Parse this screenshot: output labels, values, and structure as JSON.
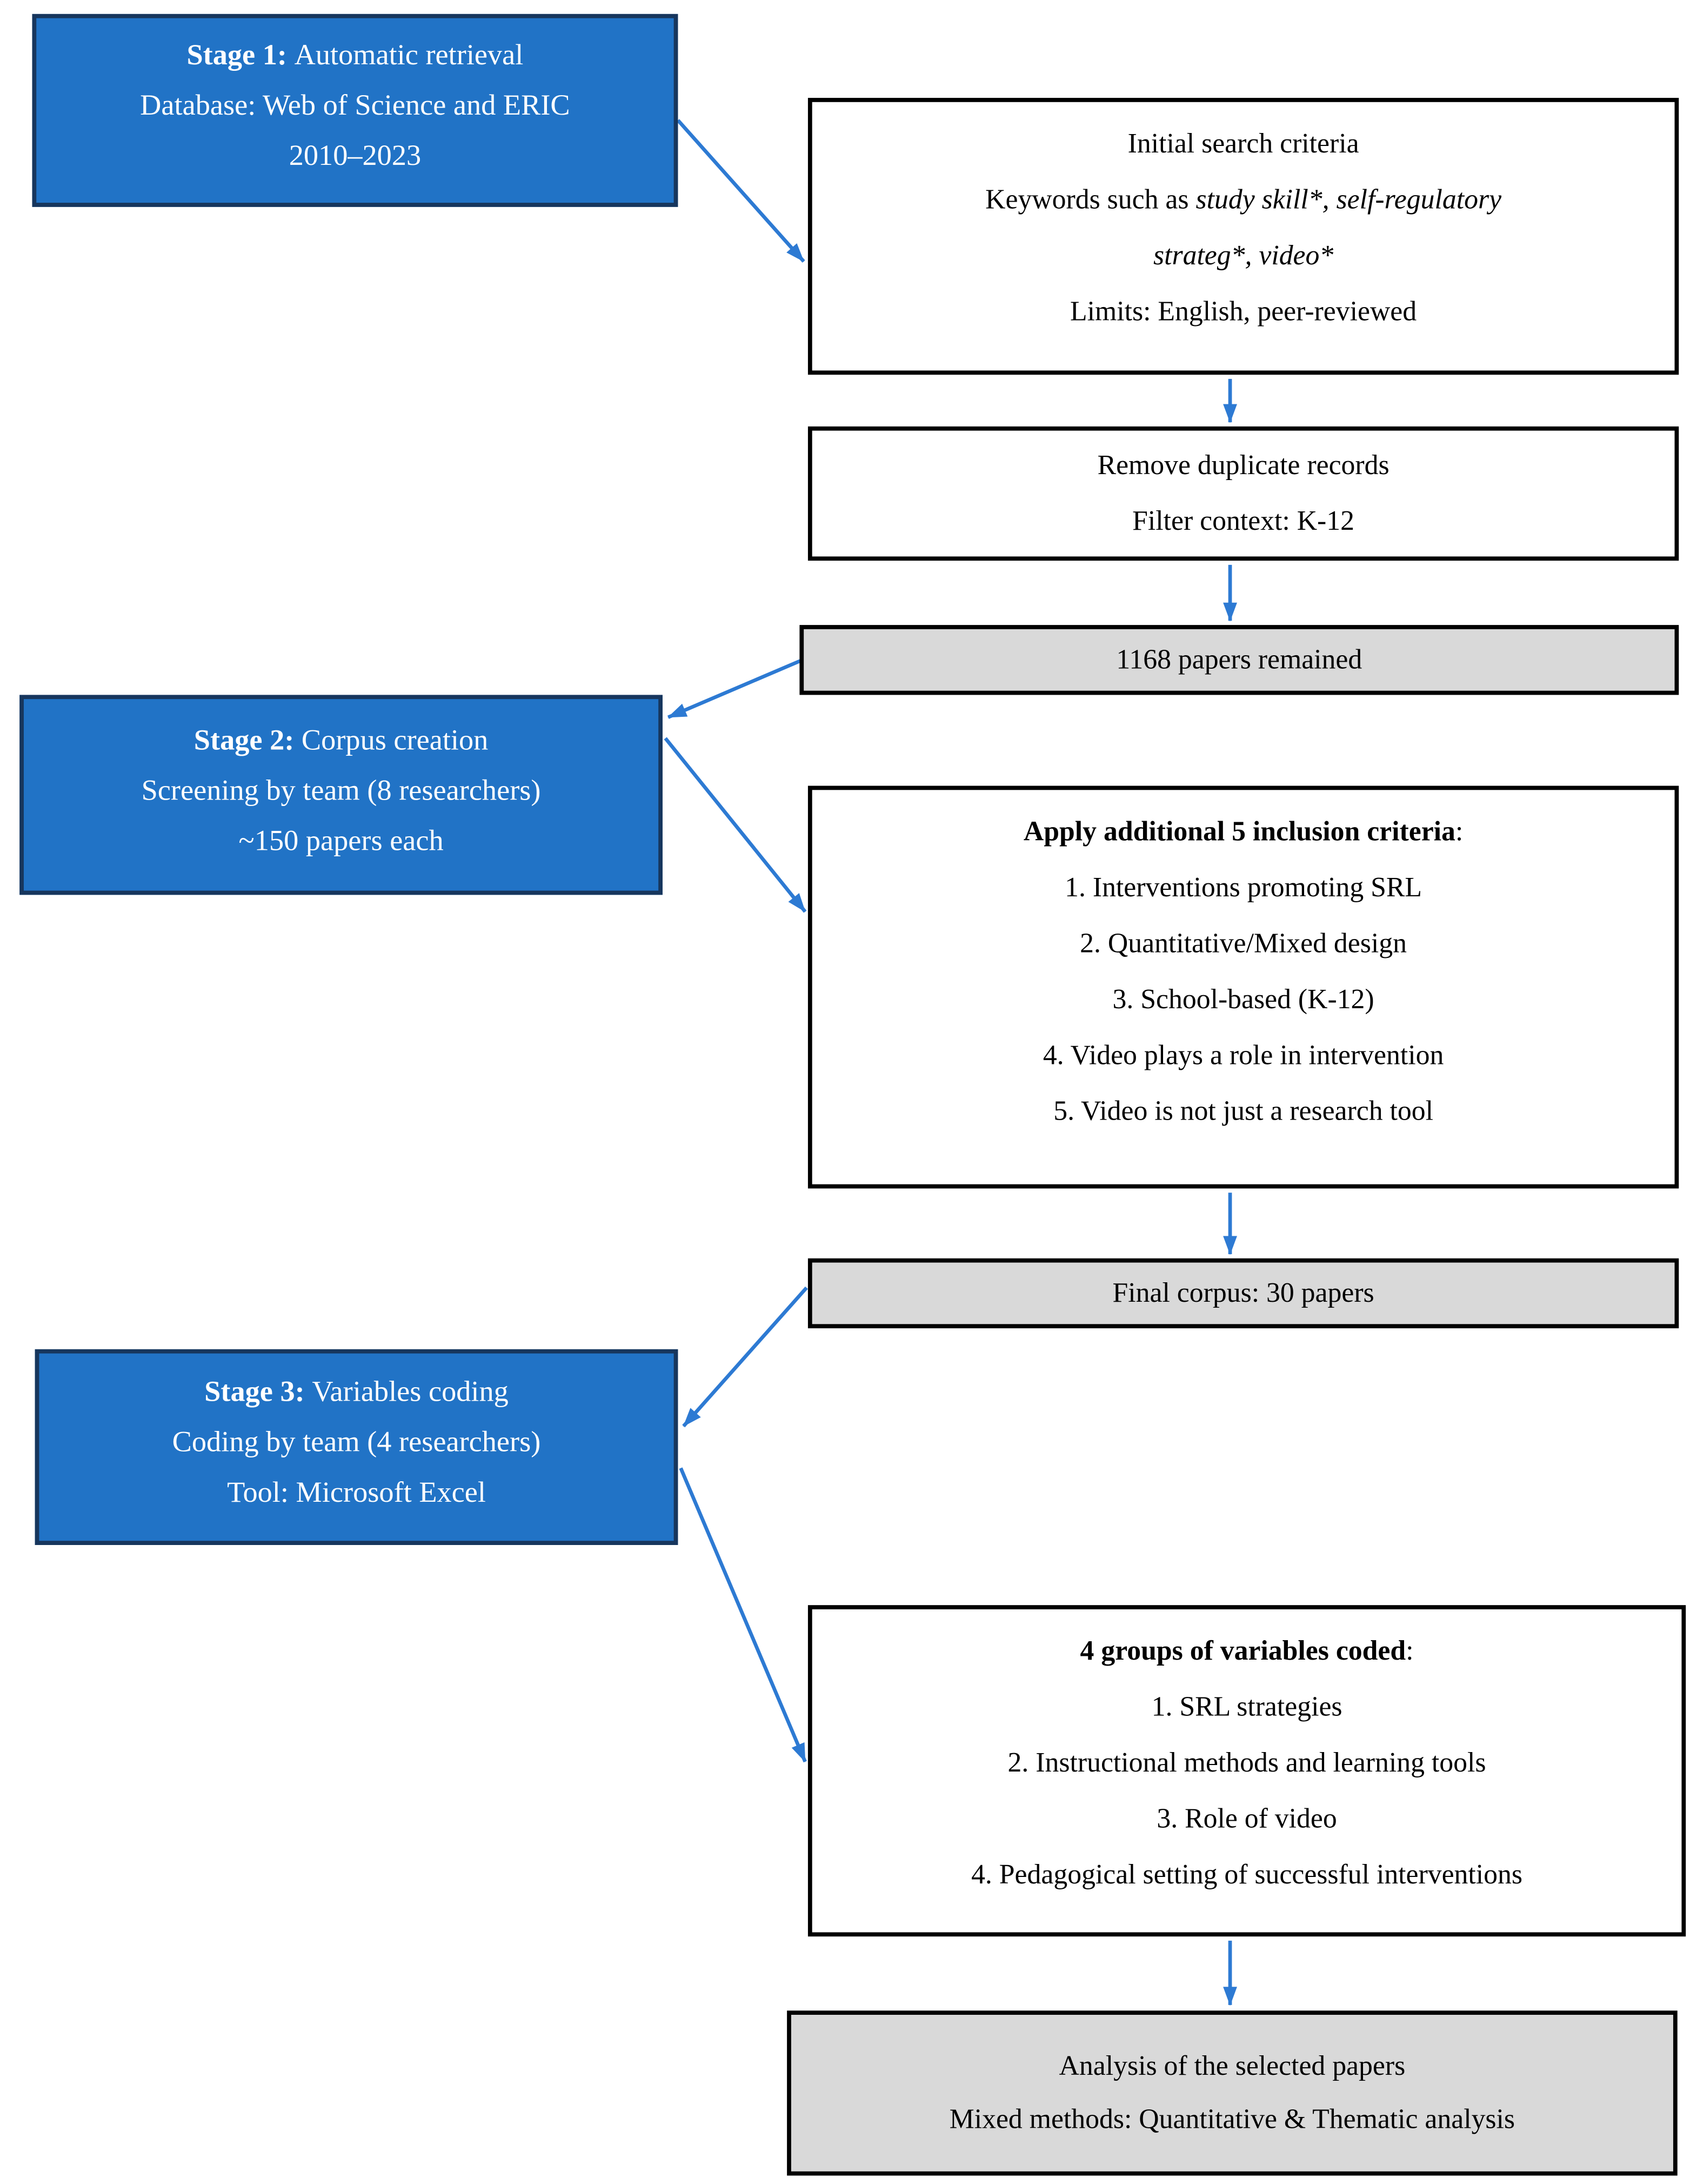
{
  "colors": {
    "stage_fill": "#2173c6",
    "stage_border": "#17365d",
    "stage_text": "#ffffff",
    "arrow": "#2d7ad3",
    "gray_fill": "#d9d9d9",
    "box_border": "#000000",
    "text": "#000000"
  },
  "stage1": {
    "label": "Stage 1: ",
    "title": "Automatic retrieval",
    "line2": "Database: Web of Science and ERIC",
    "line3": "2010–2023"
  },
  "initial_search": {
    "line1": "Initial search criteria",
    "line2_plain": "Keywords such as ",
    "line2_italic": "study skill*, self-regulatory",
    "line3_italic": "strateg*, video*",
    "line4": "Limits: English, peer-reviewed"
  },
  "remove_duplicates": {
    "line1": "Remove duplicate records",
    "line2": "Filter context: K-12"
  },
  "papers_remained": {
    "text": "1168 papers remained"
  },
  "stage2": {
    "label": "Stage 2: ",
    "title": "Corpus creation",
    "line2": "Screening by team (8 researchers)",
    "line3": "~150 papers each"
  },
  "inclusion_criteria": {
    "title": "Apply additional 5 inclusion criteria",
    "colon": ":",
    "items": [
      "1. Interventions promoting SRL",
      "2. Quantitative/Mixed design",
      "3. School-based (K-12)",
      "4. Video plays a role in intervention",
      "5. Video is not just a research tool"
    ]
  },
  "final_corpus": {
    "text": "Final corpus: 30 papers"
  },
  "stage3": {
    "label": "Stage 3: ",
    "title": "Variables coding",
    "line2": "Coding by team (4 researchers)",
    "line3": "Tool: Microsoft Excel"
  },
  "variables_coded": {
    "title": "4 groups of variables coded",
    "colon": ":",
    "items": [
      "1. SRL strategies",
      "2. Instructional methods and learning tools",
      "3. Role of video",
      "4. Pedagogical setting of successful interventions"
    ]
  },
  "analysis": {
    "line1": "Analysis of the selected papers",
    "line2": "Mixed methods: Quantitative & Thematic analysis"
  }
}
